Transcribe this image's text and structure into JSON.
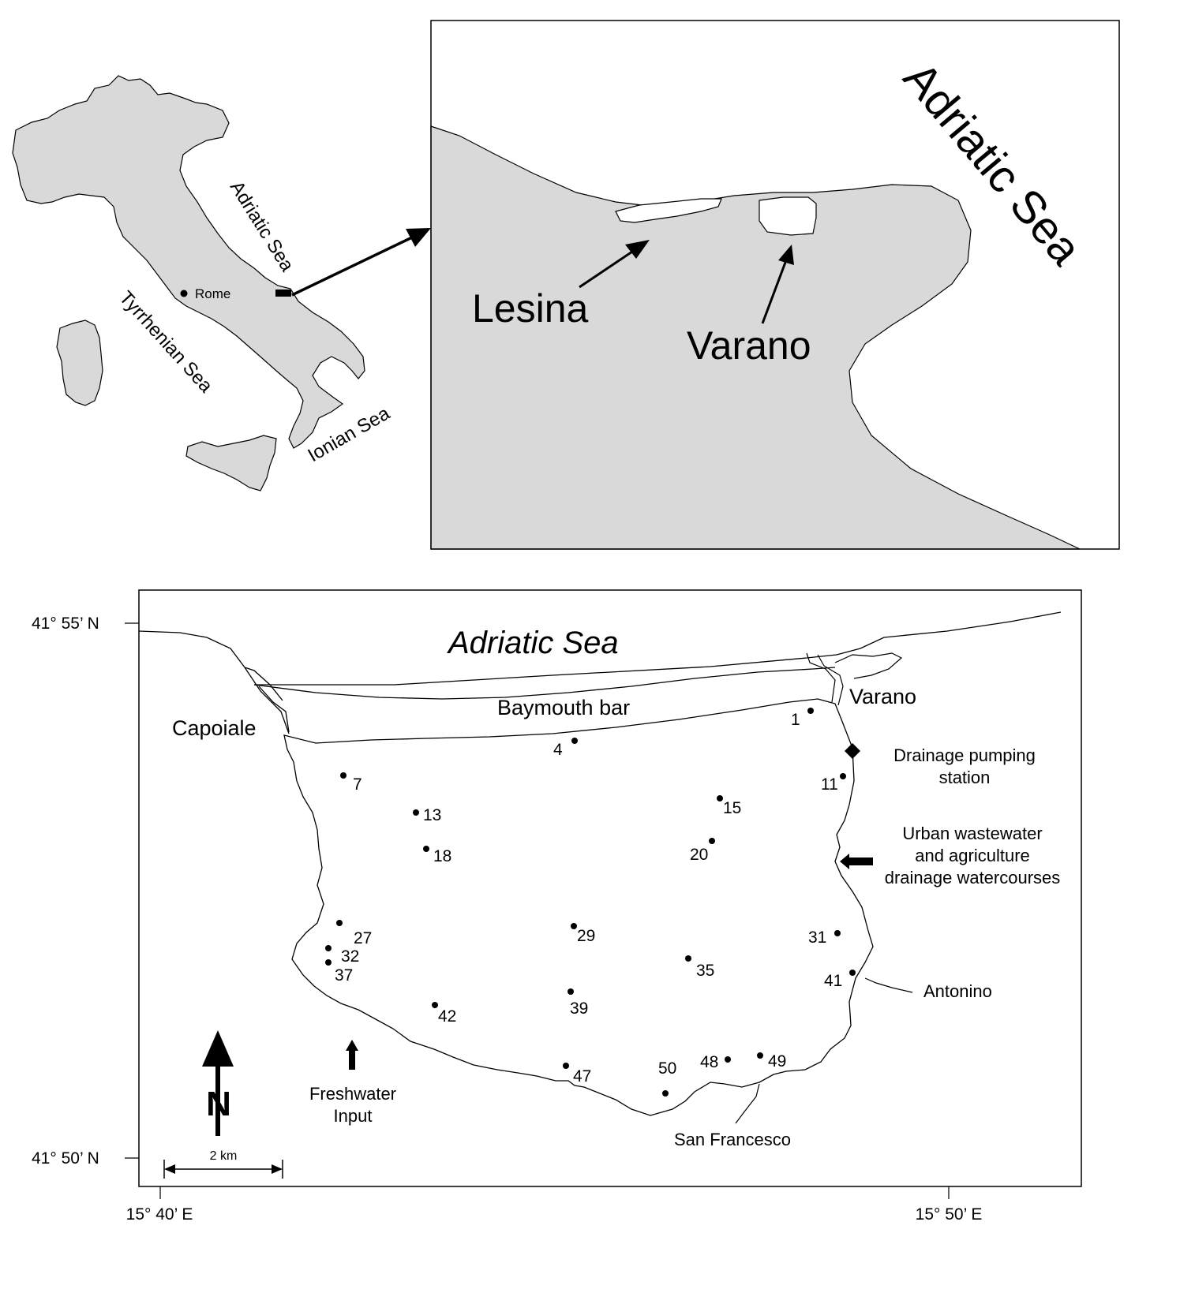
{
  "overview_map": {
    "rome_label": "Rome",
    "adriatic_label": "Adriatic Sea",
    "tyrrhenian_label": "Tyrrhenian Sea",
    "ionian_label": "Ionian Sea"
  },
  "inset_map": {
    "sea_label": "Adriatic Sea",
    "lesina_label": "Lesina",
    "varano_label": "Varano"
  },
  "lagoon_map": {
    "sea_label": "Adriatic Sea",
    "baymouth_label": "Baymouth bar",
    "capoiale_label": "Capoiale",
    "varano_label": "Varano",
    "pumping_label_1": "Drainage pumping",
    "pumping_label_2": "station",
    "wastewater_label_1": "Urban wastewater",
    "wastewater_label_2": "and agriculture",
    "wastewater_label_3": "drainage watercourses",
    "antonino_label": "Antonino",
    "san_francesco_label": "San Francesco",
    "freshwater_label_1": "Freshwater",
    "freshwater_label_2": "Input",
    "north_label": "N",
    "scale_label": "2 km",
    "lat_top": "41° 55’ N",
    "lat_bottom": "41° 50’ N",
    "lon_left": "15° 40’ E",
    "lon_right": "15° 50’ E",
    "stations": [
      "1",
      "4",
      "7",
      "11",
      "13",
      "15",
      "18",
      "20",
      "27",
      "29",
      "31",
      "32",
      "35",
      "37",
      "39",
      "41",
      "42",
      "47",
      "48",
      "49",
      "50"
    ]
  },
  "colors": {
    "land": "#d9d9d9",
    "water": "#ffffff",
    "outline": "#000000"
  }
}
